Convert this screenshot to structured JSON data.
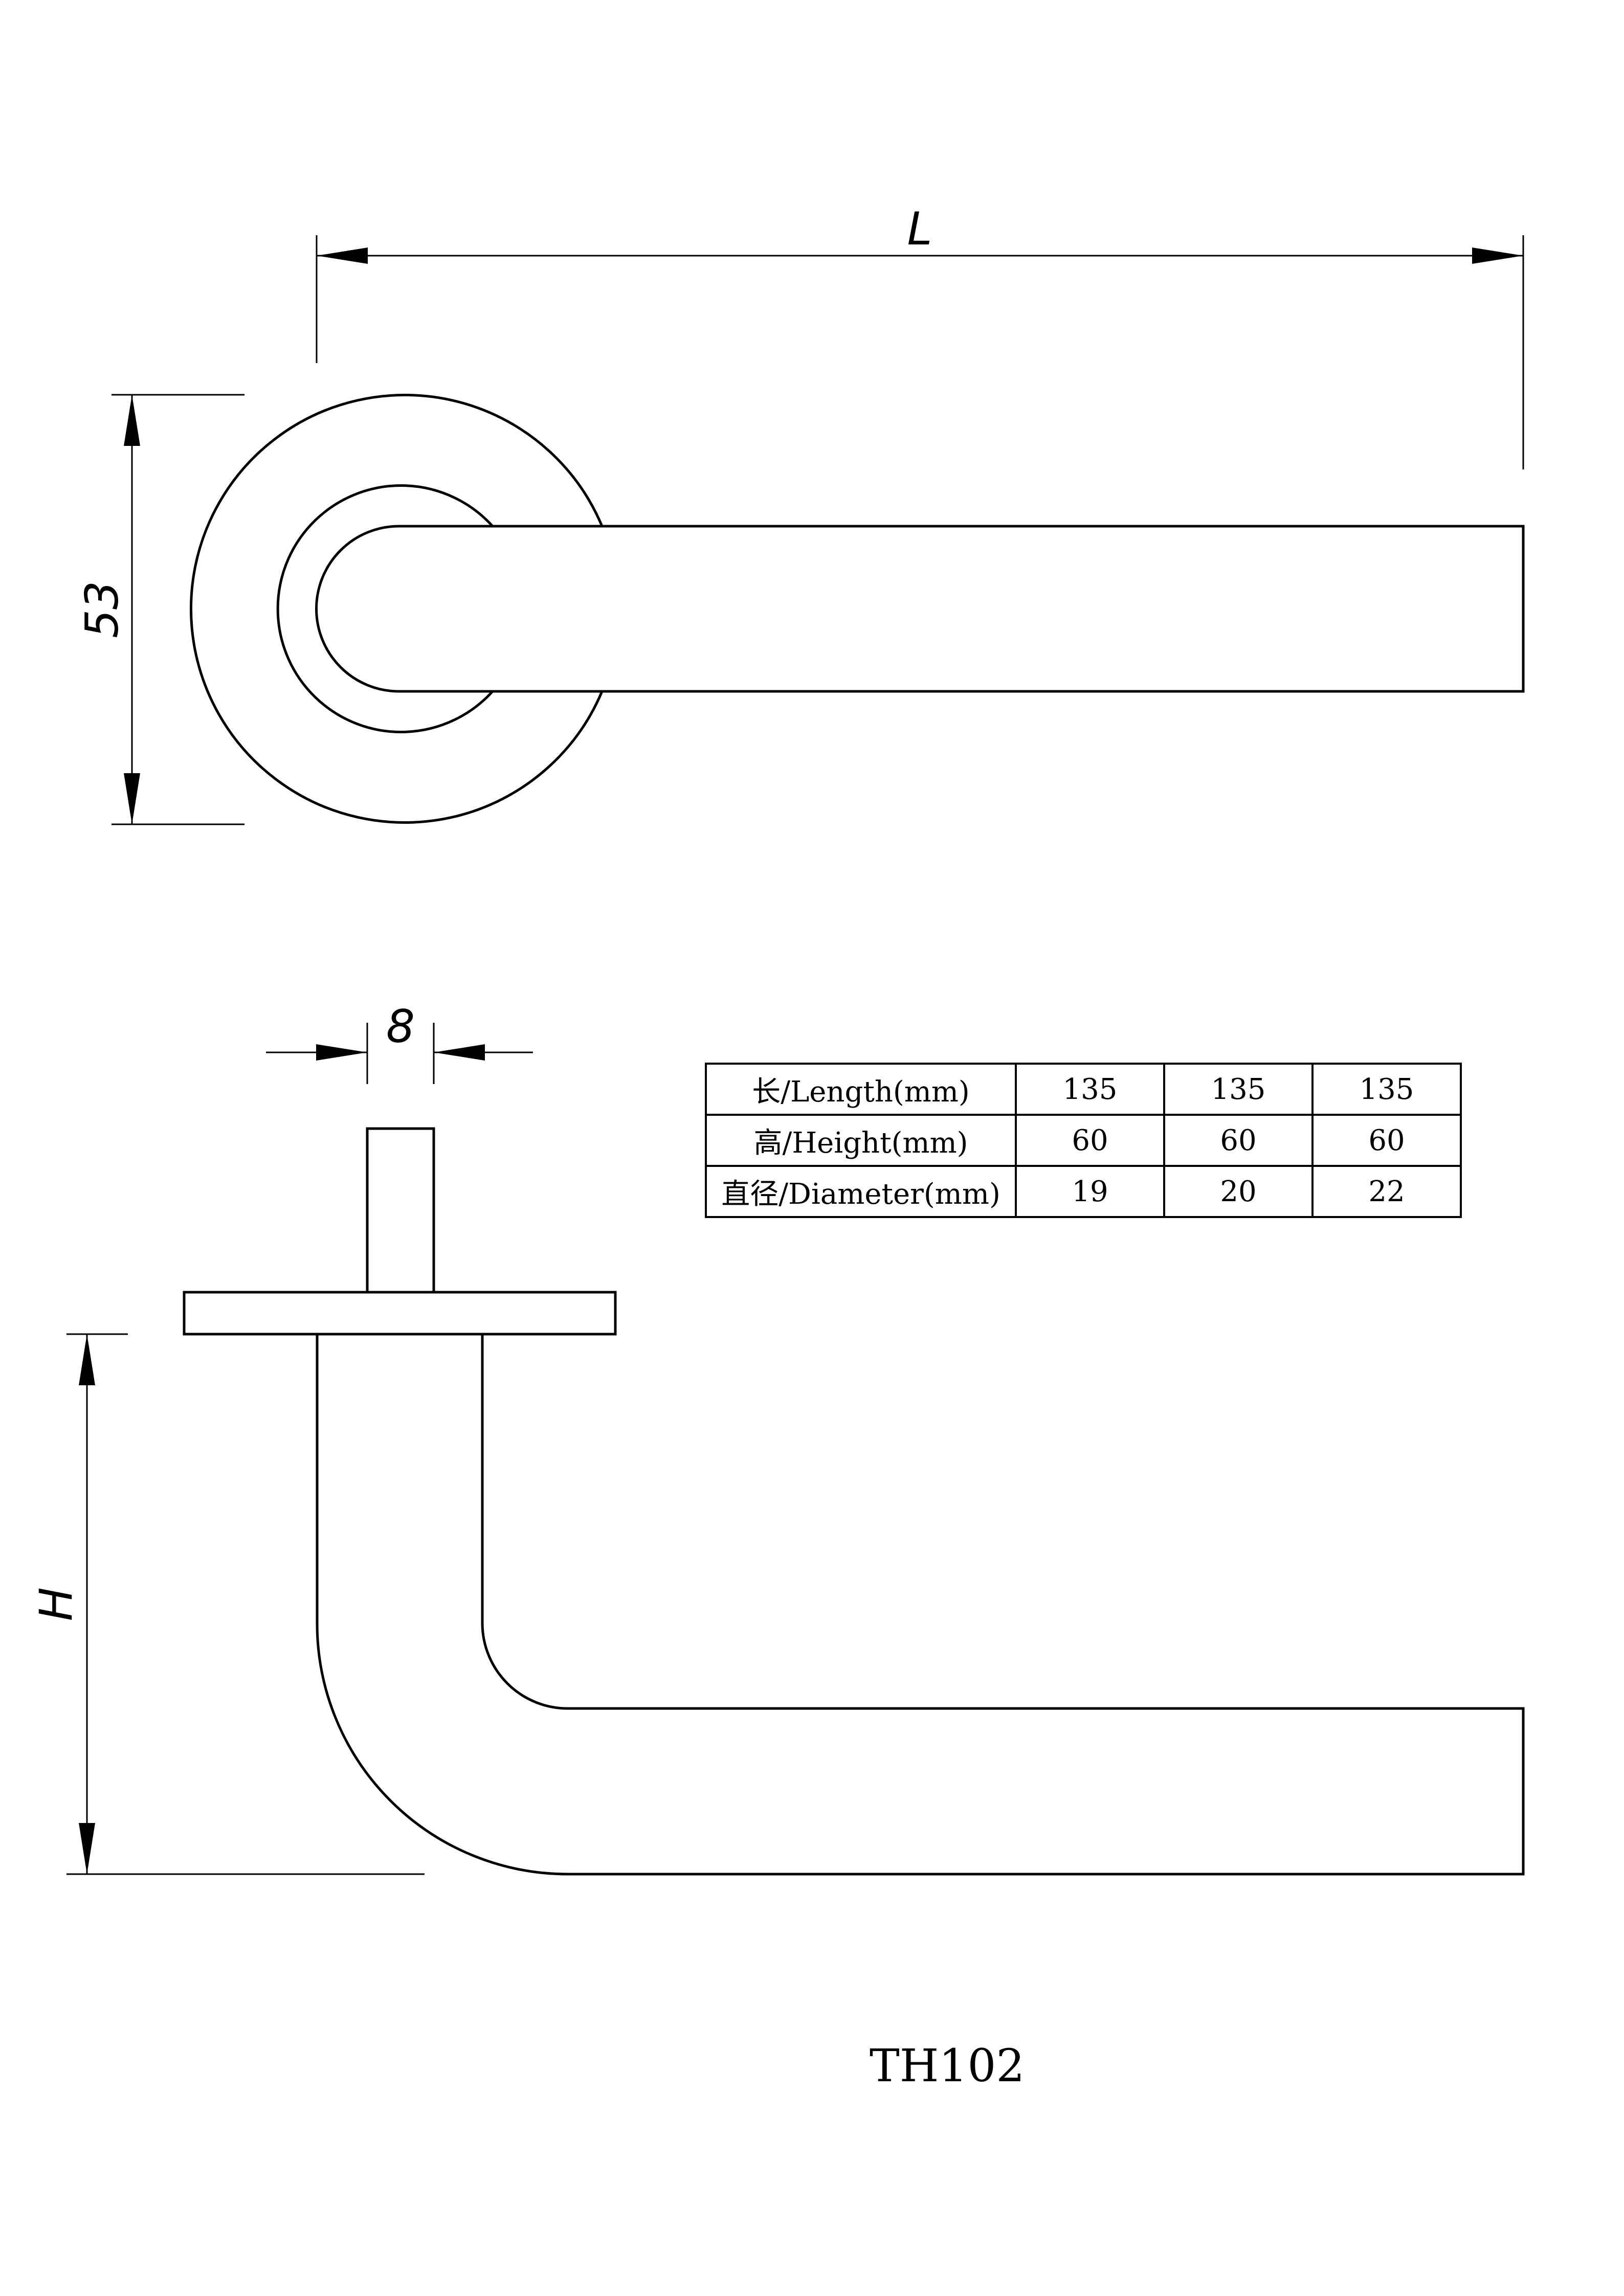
{
  "dimensions": {
    "length_label": "L",
    "rose_diameter_label": "53",
    "spindle_label": "8",
    "height_label": "H"
  },
  "spec_table": {
    "rows": [
      {
        "label": "长/Length(mm)",
        "values": [
          "135",
          "135",
          "135"
        ]
      },
      {
        "label": "高/Height(mm)",
        "values": [
          "60",
          "60",
          "60"
        ]
      },
      {
        "label": "直径/Diameter(mm)",
        "values": [
          "19",
          "20",
          "22"
        ]
      }
    ]
  },
  "model_code": "TH102"
}
